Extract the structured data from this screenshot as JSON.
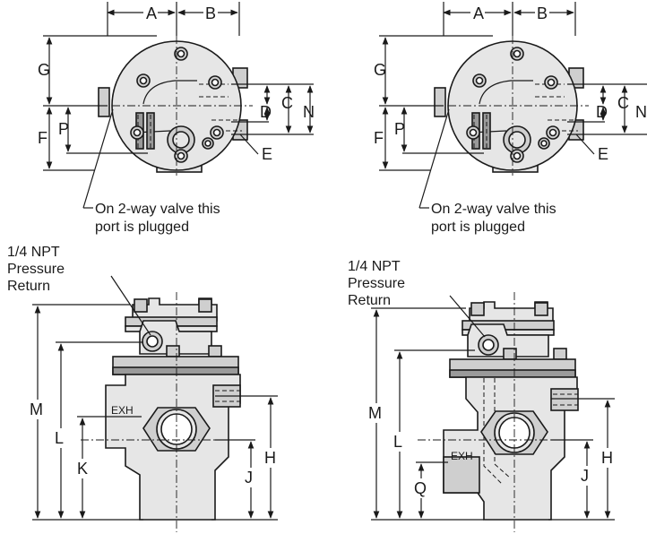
{
  "views": {
    "top_left": {
      "labels": {
        "A": "A",
        "B": "B",
        "C": "C",
        "D": "D",
        "E": "E",
        "F": "F",
        "G": "G",
        "N": "N",
        "P": "P"
      },
      "note_line1": "On 2-way valve this",
      "note_line2": "port is plugged"
    },
    "top_right": {
      "labels": {
        "A": "A",
        "B": "B",
        "C": "C",
        "D": "D",
        "E": "E",
        "F": "F",
        "G": "G",
        "N": "N",
        "P": "P"
      },
      "note_line1": "On 2-way valve this",
      "note_line2": "port is plugged"
    },
    "side_left": {
      "port_line1": "1/4 NPT",
      "port_line2": "Pressure",
      "port_line3": "Return",
      "exh": "EXH",
      "labels": {
        "M": "M",
        "L": "L",
        "K": "K",
        "J": "J",
        "H": "H"
      }
    },
    "side_right": {
      "port_line1": "1/4 NPT",
      "port_line2": "Pressure",
      "port_line3": "Return",
      "exh": "EXH",
      "labels": {
        "M": "M",
        "L": "L",
        "Q": "Q",
        "J": "J",
        "H": "H"
      }
    }
  },
  "colors": {
    "line": "#1a1a1a",
    "body": "#e6e6e6",
    "shade": "#cfcfcf"
  }
}
